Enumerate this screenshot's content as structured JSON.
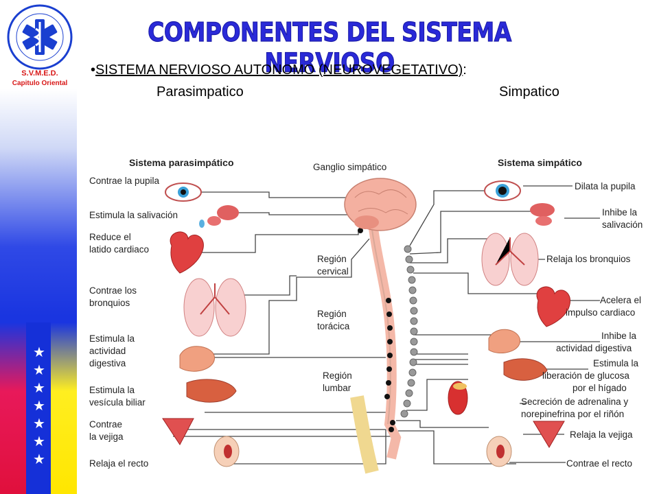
{
  "slide": {
    "title": "COMPONENTES DEL SISTEMA NERVIOSO",
    "bullet_mark": "•",
    "bullet_text": "SISTEMA NERVIOSO AUTONOMO (NEUROVEGETATIVO)",
    "bullet_suffix": ":",
    "sub_left": "Parasimpatico",
    "sub_right": "Simpatico"
  },
  "logo": {
    "line1": "S.V.M.E.D.",
    "line2": "Capitulo Oriental",
    "colors": {
      "blue": "#1a3fd0",
      "red": "#d81818",
      "gold": "#e8c000"
    }
  },
  "diagram": {
    "header_left": "Sistema parasimpático",
    "header_center": "Ganglio simpático",
    "header_right": "Sistema simpático",
    "left_labels": {
      "pupila": "Contrae la pupila",
      "saliva": "Estimula la salivación",
      "cardiaco_1": "Reduce el",
      "cardiaco_2": "latido cardiaco",
      "bronquios_1": "Contrae los",
      "bronquios_2": "bronquios",
      "digestiva_1": "Estimula la",
      "digestiva_2": "actividad",
      "digestiva_3": "digestiva",
      "biliar_1": "Estimula la",
      "biliar_2": "vesícula biliar",
      "vejiga_1": "Contrae",
      "vejiga_2": "la vejiga",
      "recto": "Relaja el recto"
    },
    "regions": {
      "cervical_1": "Región",
      "cervical_2": "cervical",
      "toracica_1": "Región",
      "toracica_2": "torácica",
      "lumbar_1": "Región",
      "lumbar_2": "lumbar"
    },
    "right_labels": {
      "pupila": "Dilata la pupila",
      "saliva_1": "Inhibe la",
      "saliva_2": "salivación",
      "bronquios": "Relaja los bronquios",
      "cardiaco_1": "Acelera el",
      "cardiaco_2": "impulso cardiaco",
      "digestiva_1": "Inhibe la",
      "digestiva_2": "actividad digestiva",
      "glucosa_1": "Estimula la",
      "glucosa_2": "liberación de glucosa",
      "glucosa_3": "por el hígado",
      "adrenalina_1": "Secreción de adrenalina y",
      "adrenalina_2": "norepinefrina por el riñón",
      "vejiga": "Relaja la vejiga",
      "recto": "Contrae el recto"
    }
  }
}
